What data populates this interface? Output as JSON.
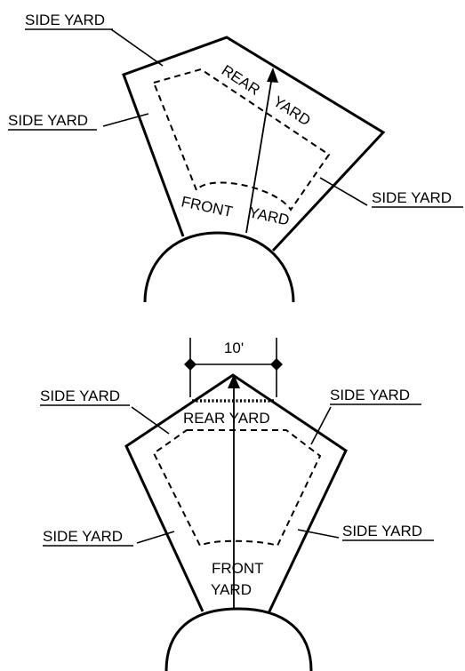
{
  "diagram1": {
    "side_yard_top_left": "SIDE YARD",
    "side_yard_left": "SIDE YARD",
    "side_yard_right": "SIDE YARD",
    "rear_label_a": "REAR",
    "rear_label_b": "YARD",
    "front_label_a": "FRONT",
    "front_label_b": "YARD"
  },
  "diagram2": {
    "dimension": "10'",
    "side_yard_upper_left": "SIDE YARD",
    "side_yard_upper_right": "SIDE YARD",
    "side_yard_lower_left": "SIDE YARD",
    "side_yard_lower_right": "SIDE YARD",
    "rear_yard": "REAR YARD",
    "front_label_a": "FRONT",
    "front_label_b": "YARD"
  }
}
